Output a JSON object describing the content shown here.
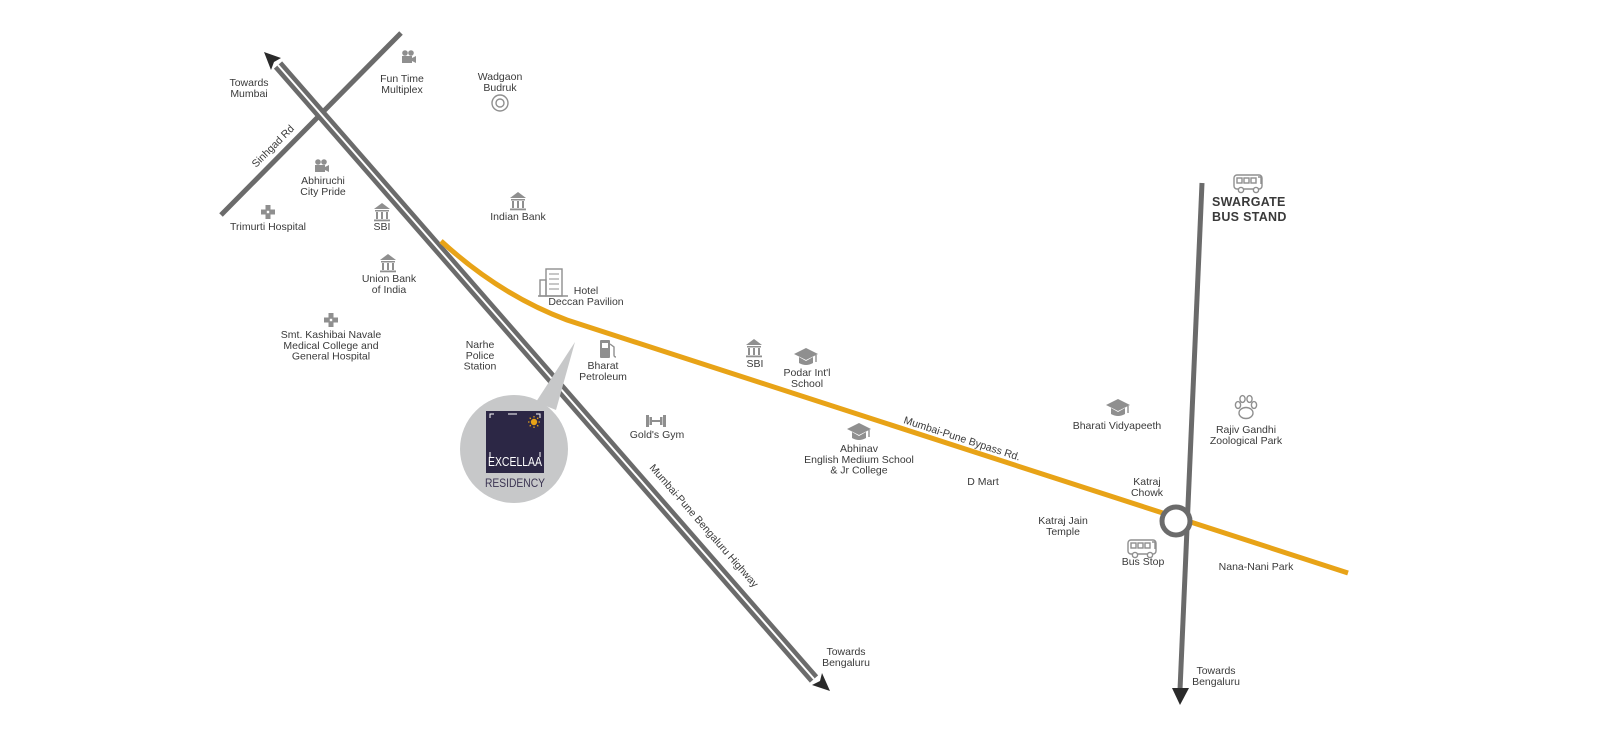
{
  "colors": {
    "highway": "#6b6b6b",
    "bypass": "#e8a317",
    "icon": "#8f8f8f",
    "text": "#3a3a3a",
    "logo_bg": "#2c2745",
    "logo_bubble": "#c7c8c9",
    "logo_sun": "#e8a317"
  },
  "roads": {
    "sinhgad": "Sinhgad Rd",
    "highway": "Mumbai-Pune Bengaluru Highway",
    "bypass": "Mumbai-Pune Bypass Rd."
  },
  "directions": {
    "towards_mumbai": [
      "Towards",
      "Mumbai"
    ],
    "towards_bengaluru_1": [
      "Towards",
      "Bengaluru"
    ],
    "towards_bengaluru_2": [
      "Towards",
      "Bengaluru"
    ]
  },
  "places": {
    "fun_time": [
      "Fun Time",
      "Multiplex"
    ],
    "wadgaon": [
      "Wadgaon",
      "Budruk"
    ],
    "abhiruchi": [
      "Abhiruchi",
      "City Pride"
    ],
    "trimurti": [
      "Trimurti Hospital"
    ],
    "sbi_1": [
      "SBI"
    ],
    "indian_bank": [
      "Indian Bank"
    ],
    "union_bank": [
      "Union Bank",
      "of India"
    ],
    "hotel_deccan": [
      "Hotel",
      "Deccan Pavilion"
    ],
    "kashibai": [
      "Smt. Kashibai Navale",
      "Medical College and",
      "General Hospital"
    ],
    "narhe": [
      "Narhe",
      "Police",
      "Station"
    ],
    "bharat_petroleum": [
      "Bharat",
      "Petroleum"
    ],
    "sbi_2": [
      "SBI"
    ],
    "podar": [
      "Podar Int'l",
      "School"
    ],
    "golds_gym": [
      "Gold's Gym"
    ],
    "abhinav": [
      "Abhinav",
      "English Medium School",
      "& Jr College"
    ],
    "d_mart": [
      "D Mart"
    ],
    "bharati": [
      "Bharati Vidyapeeth"
    ],
    "zoo": [
      "Rajiv Gandhi",
      "Zoological Park"
    ],
    "katraj_chowk": [
      "Katraj",
      "Chowk"
    ],
    "katraj_jain": [
      "Katraj Jain",
      "Temple"
    ],
    "bus_stop": [
      "Bus Stop"
    ],
    "nana_nani": [
      "Nana-Nani Park"
    ],
    "swargate": [
      "SWARGATE",
      "BUS STAND"
    ]
  },
  "logo": {
    "line1": "EXCELLAA",
    "line2": "RESIDENCY"
  },
  "icons": {
    "fun_time": "cinema-camera-icon",
    "wadgaon": "metro-station-icon",
    "abhiruchi": "cinema-camera-icon",
    "trimurti": "hospital-cross-icon",
    "sbi_1": "bank-icon",
    "indian_bank": "bank-icon",
    "union_bank": "bank-icon",
    "hotel_deccan": "hotel-building-icon",
    "kashibai": "hospital-cross-icon",
    "bharat_petroleum": "fuel-pump-icon",
    "sbi_2": "bank-icon",
    "podar": "graduation-cap-icon",
    "golds_gym": "dumbbell-icon",
    "abhinav": "graduation-cap-icon",
    "bharati": "graduation-cap-icon",
    "zoo": "paw-icon",
    "bus_stop": "bus-icon",
    "swargate": "bus-icon"
  }
}
